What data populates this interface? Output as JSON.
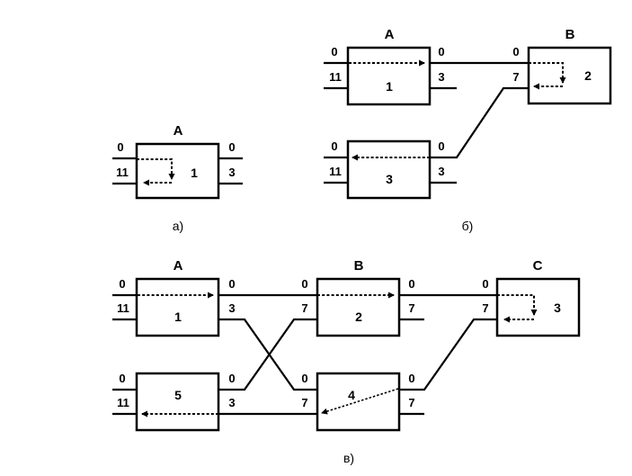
{
  "subfigures": {
    "a": {
      "caption": "a)",
      "nodes": [
        {
          "title": "A",
          "number": "1",
          "ports_left": [
            "0",
            "11"
          ],
          "ports_right": [
            "0",
            "3"
          ]
        }
      ]
    },
    "b": {
      "caption": "б)",
      "nodes": [
        {
          "title": "A",
          "number": "1",
          "ports_left": [
            "0",
            "11"
          ],
          "ports_right": [
            "0",
            "3"
          ]
        },
        {
          "title": "B",
          "number": "2",
          "ports_left": [
            "0",
            "7"
          ]
        },
        {
          "title": "",
          "number": "3",
          "ports_left": [
            "0",
            "11"
          ],
          "ports_right": [
            "0",
            "3"
          ]
        }
      ]
    },
    "c": {
      "caption": "в)",
      "nodes": [
        {
          "title": "A",
          "number": "1",
          "ports_left": [
            "0",
            "11"
          ],
          "ports_right": [
            "0",
            "3"
          ]
        },
        {
          "title": "B",
          "number": "2",
          "ports_left": [
            "0",
            "7"
          ],
          "ports_right": [
            "0",
            "7"
          ]
        },
        {
          "title": "C",
          "number": "3",
          "ports_left": [
            "0",
            "7"
          ]
        },
        {
          "title": "",
          "number": "4",
          "ports_left": [
            "0",
            "7"
          ],
          "ports_right": [
            "0",
            "7"
          ]
        },
        {
          "title": "",
          "number": "5",
          "ports_left": [
            "0",
            "11"
          ],
          "ports_right": [
            "0",
            "3"
          ]
        }
      ]
    }
  }
}
